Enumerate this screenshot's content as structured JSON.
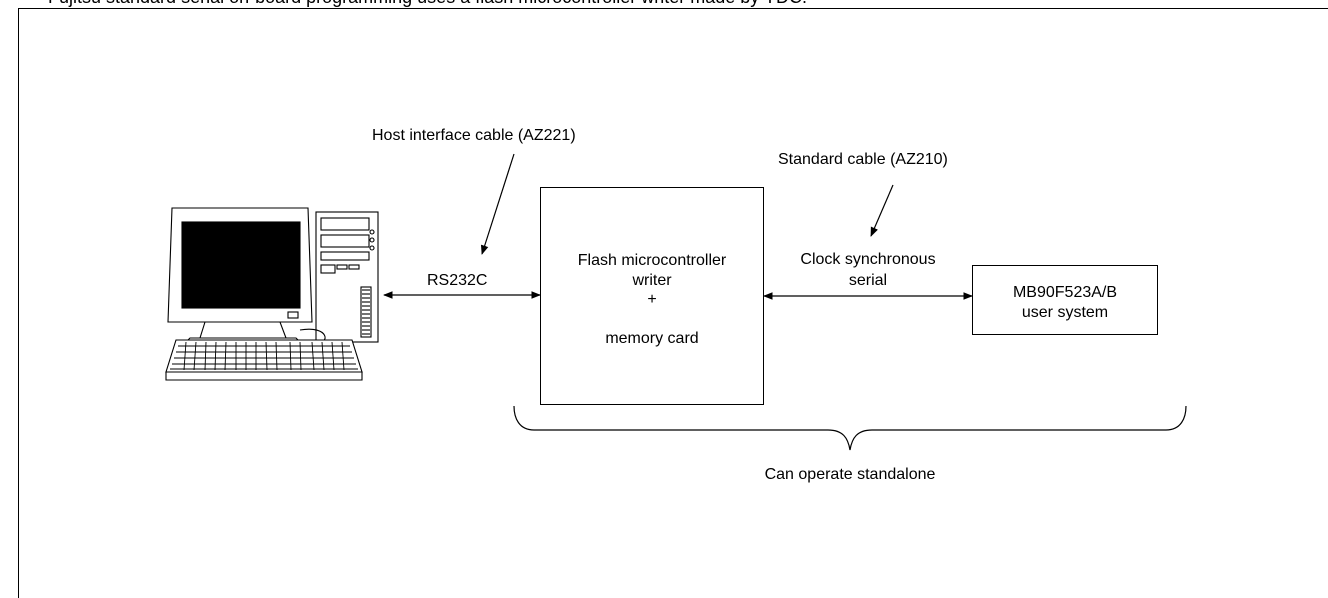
{
  "header_text": "Fujitsu standard serial on-board programming uses a flash microcontroller writer made by YDC.",
  "labels": {
    "host_cable": "Host interface cable (AZ221)",
    "standard_cable": "Standard cable (AZ210)",
    "rs232c": "RS232C",
    "clock_sync_line1": "Clock synchronous",
    "clock_sync_line2": "serial",
    "standalone": "Can operate standalone"
  },
  "writer_box": {
    "line1": "Flash microcontroller",
    "line2": "writer",
    "line3": "+",
    "line4": "memory card"
  },
  "user_system_box": {
    "line1": "MB90F523A/B",
    "line2": "user system"
  },
  "icons": {
    "pc": "personal-computer-icon"
  }
}
